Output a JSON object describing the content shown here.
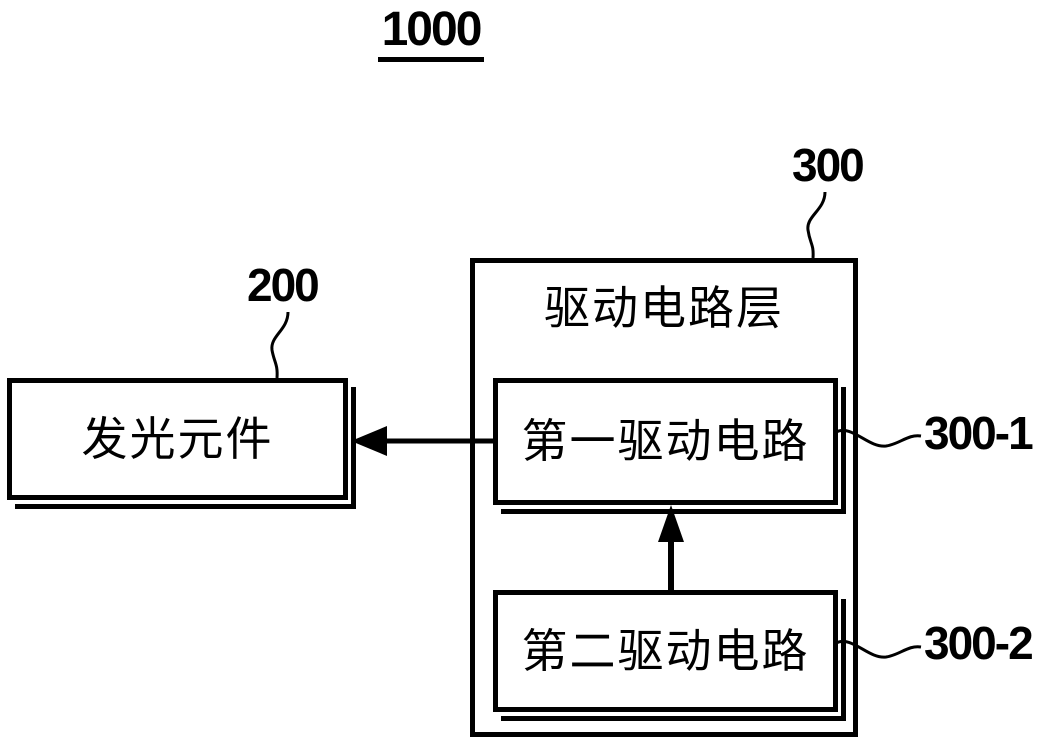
{
  "figure_number": "1000",
  "nodes": {
    "light_emitting_element": {
      "label": "发光元件",
      "ref": "200"
    },
    "driving_circuit_layer": {
      "label": "驱动电路层",
      "ref": "300"
    },
    "first_driving_circuit": {
      "label": "第一驱动电路",
      "ref": "300-1"
    },
    "second_driving_circuit": {
      "label": "第二驱动电路",
      "ref": "300-2"
    }
  },
  "connections": [
    {
      "from": "first_driving_circuit",
      "to": "light_emitting_element",
      "type": "arrow"
    },
    {
      "from": "second_driving_circuit",
      "to": "first_driving_circuit",
      "type": "arrow"
    }
  ],
  "colors": {
    "line": "#000000",
    "background": "#ffffff",
    "text": "#000000"
  }
}
